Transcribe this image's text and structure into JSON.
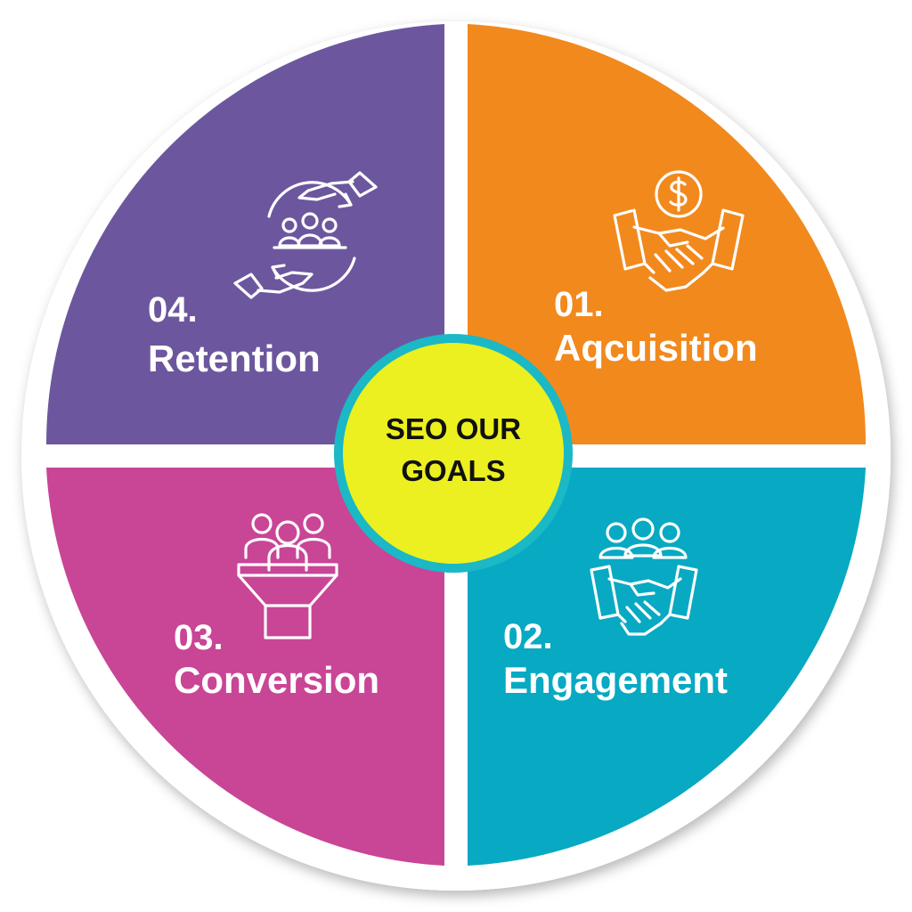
{
  "center": {
    "line1": "SEO OUR",
    "line2": "GOALS",
    "fill": "#ecf020",
    "ring": "#1bb8c6"
  },
  "segments": [
    {
      "number": "01.",
      "title": "Aqcuisition",
      "color": "#f2891d",
      "icon": "handshake-dollar-icon"
    },
    {
      "number": "02.",
      "title": "Engagement",
      "color": "#08a9c2",
      "icon": "team-handshake-icon"
    },
    {
      "number": "03.",
      "title": "Conversion",
      "color": "#c94596",
      "icon": "people-funnel-icon"
    },
    {
      "number": "04.",
      "title": "Retention",
      "color": "#6c579e",
      "icon": "retention-hands-icon"
    }
  ]
}
